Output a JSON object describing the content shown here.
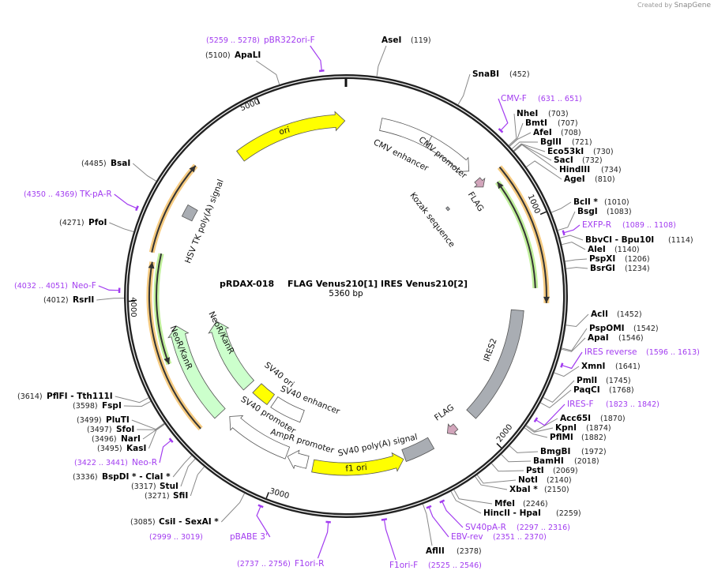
{
  "logo": {
    "created_by": "Created by",
    "brand": "SnapGene"
  },
  "plasmid": {
    "name": "pRDAX-018",
    "description": "FLAG Venus210[1] IRES Venus210[2]",
    "length_bp": 5360,
    "length_label": "5360 bp"
  },
  "ticks": [
    "1000",
    "2000",
    "3000",
    "4000",
    "5000"
  ],
  "colors": {
    "backbone": "#222222",
    "primer": "#a23cf0",
    "leader": "#888888",
    "orange_orf": "#f5c26b",
    "green_orf": "#b5ec8a",
    "yellow": "#ffff00",
    "gray": "#a9adb3",
    "flag": "#d2a5bb",
    "neo": "#ccffcc"
  },
  "enzymes": [
    {
      "name": "AseI",
      "pos": 119
    },
    {
      "name": "SnaBI",
      "pos": 452
    },
    {
      "name": "NheI",
      "pos": 703
    },
    {
      "name": "BmtI",
      "pos": 707
    },
    {
      "name": "AfeI",
      "pos": 708
    },
    {
      "name": "BglII",
      "pos": 721
    },
    {
      "name": "Eco53kI",
      "pos": 730
    },
    {
      "name": "SacI",
      "pos": 732
    },
    {
      "name": "HindIII",
      "pos": 734
    },
    {
      "name": "AgeI",
      "pos": 810
    },
    {
      "name": "BclI *",
      "pos": 1010
    },
    {
      "name": "BsgI",
      "pos": 1083
    },
    {
      "name": "BbvCI  - Bpu10I",
      "pos": 1114
    },
    {
      "name": "AleI",
      "pos": 1140
    },
    {
      "name": "PspXI",
      "pos": 1206
    },
    {
      "name": "BsrGI",
      "pos": 1234
    },
    {
      "name": "AclI",
      "pos": 1452
    },
    {
      "name": "PspOMI",
      "pos": 1542
    },
    {
      "name": "ApaI",
      "pos": 1546
    },
    {
      "name": "XmnI",
      "pos": 1641
    },
    {
      "name": "PmlI",
      "pos": 1745
    },
    {
      "name": "PaqCI",
      "pos": 1768
    },
    {
      "name": "Acc65I",
      "pos": 1870
    },
    {
      "name": "KpnI",
      "pos": 1874
    },
    {
      "name": "PflMI",
      "pos": 1882
    },
    {
      "name": "BmgBI",
      "pos": 1972
    },
    {
      "name": "BamHI",
      "pos": 2018
    },
    {
      "name": "PstI",
      "pos": 2069
    },
    {
      "name": "NotI",
      "pos": 2140
    },
    {
      "name": "XbaI *",
      "pos": 2150
    },
    {
      "name": "MfeI",
      "pos": 2246
    },
    {
      "name": "HincII  - HpaI",
      "pos": 2259
    },
    {
      "name": "AflII",
      "pos": 2378
    },
    {
      "name": "CsiI  - SexAI *",
      "pos": 3085
    },
    {
      "name": "SfiI",
      "pos": 3271
    },
    {
      "name": "StuI",
      "pos": 3317
    },
    {
      "name": "BspDI *  - ClaI *",
      "pos": 3336
    },
    {
      "name": "KasI",
      "pos": 3495
    },
    {
      "name": "NarI",
      "pos": 3496
    },
    {
      "name": "SfoI",
      "pos": 3497
    },
    {
      "name": "PluTI",
      "pos": 3499
    },
    {
      "name": "FspI",
      "pos": 3598
    },
    {
      "name": "PflFI  - Tth111I",
      "pos": 3614
    },
    {
      "name": "RsrII",
      "pos": 4012
    },
    {
      "name": "PfoI",
      "pos": 4271
    },
    {
      "name": "BsaI",
      "pos": 4485
    },
    {
      "name": "ApaLI",
      "pos": 5100
    }
  ],
  "primers": [
    {
      "name": "pBR322ori-F",
      "range": "(5259 .. 5278)",
      "start": 5259,
      "end": 5278
    },
    {
      "name": "CMV-F",
      "range": "(631 .. 651)",
      "start": 631,
      "end": 651
    },
    {
      "name": "EXFP-R",
      "range": "(1089 .. 1108)",
      "start": 1089,
      "end": 1108
    },
    {
      "name": "IRES reverse",
      "range": "(1596 .. 1613)",
      "start": 1596,
      "end": 1613
    },
    {
      "name": "IRES-F",
      "range": "(1823 .. 1842)",
      "start": 1823,
      "end": 1842
    },
    {
      "name": "SV40pA-R",
      "range": "(2297 .. 2316)",
      "start": 2297,
      "end": 2316
    },
    {
      "name": "EBV-rev",
      "range": "(2351 .. 2370)",
      "start": 2351,
      "end": 2370
    },
    {
      "name": "F1ori-F",
      "range": "(2525 .. 2546)",
      "start": 2525,
      "end": 2546
    },
    {
      "name": "F1ori-R",
      "range": "(2737 .. 2756)",
      "start": 2737,
      "end": 2756
    },
    {
      "name": "pBABE 3'",
      "range": "(2999 .. 3019)",
      "start": 2999,
      "end": 3019
    },
    {
      "name": "Neo-R",
      "range": "(3422 .. 3441)",
      "start": 3422,
      "end": 3441
    },
    {
      "name": "Neo-F",
      "range": "(4032 .. 4051)",
      "start": 4032,
      "end": 4051
    },
    {
      "name": "TK-pA-R",
      "range": "(4350 .. 4369)",
      "start": 4350,
      "end": 4369
    }
  ],
  "features": [
    {
      "name": "CMV enhancer",
      "start": 171,
      "end": 420,
      "direction": 0,
      "color": "#ffffff"
    },
    {
      "name": "CMV promoter",
      "start": 420,
      "end": 663,
      "direction": 1,
      "color": "#ffffff"
    },
    {
      "name": "FLAG",
      "start": 722,
      "end": 767,
      "direction": 1,
      "color": "#d2a5bb"
    },
    {
      "name": "Kozak sequence",
      "start": 725,
      "end": 745,
      "direction": 0,
      "color": "#a9adb3"
    },
    {
      "name": "IRES2",
      "start": 1410,
      "end": 1985,
      "direction": 0,
      "color": "#a9adb3"
    },
    {
      "name": "FLAG",
      "start": 2084,
      "end": 2137,
      "direction": 1,
      "color": "#d2a5bb"
    },
    {
      "name": "SV40 poly(A) signal",
      "start": 2233,
      "end": 2382,
      "direction": 0,
      "color": "#a9adb3"
    },
    {
      "name": "f1 ori",
      "start": 2390,
      "end": 2844,
      "direction": -1,
      "color": "#ffff00"
    },
    {
      "name": "AmpR promoter",
      "start": 2874,
      "end": 2978,
      "direction": 1,
      "color": "#ffffff"
    },
    {
      "name": "SV40 promoter",
      "start": 2985,
      "end": 3335,
      "direction": 1,
      "color": "#ffffff"
    },
    {
      "name": "SV40 enhancer",
      "start": 2978,
      "end": 3187,
      "direction": 0,
      "color": "#ffffff"
    },
    {
      "name": "SV40 ori",
      "start": 3216,
      "end": 3335,
      "direction": 0,
      "color": "#ffff00"
    },
    {
      "name": "NeoR/KanR",
      "start": 3380,
      "end": 3871,
      "direction": 1,
      "color": "#ccffcc"
    },
    {
      "name": "NeoR/KanR",
      "start": 3387,
      "end": 3856,
      "direction": 1,
      "color": "#ccffcc"
    },
    {
      "name": "HSV TK poly(A) signal",
      "start": 4407,
      "end": 4467,
      "direction": 0,
      "color": "#a9adb3"
    },
    {
      "name": "ori",
      "start": 4809,
      "end": 5355,
      "direction": 1,
      "color": "#ffff00"
    }
  ],
  "orfs": [
    {
      "start": 744,
      "end": 1370,
      "direction": 1,
      "color": "orange"
    },
    {
      "start": 789,
      "end": 1304,
      "direction": -1,
      "color": "green"
    },
    {
      "start": 3389,
      "end": 4169,
      "direction": 1,
      "color": "orange"
    },
    {
      "start": 4209,
      "end": 4630,
      "direction": 1,
      "color": "orange"
    },
    {
      "start": 3707,
      "end": 4213,
      "direction": -1,
      "color": "green"
    }
  ]
}
